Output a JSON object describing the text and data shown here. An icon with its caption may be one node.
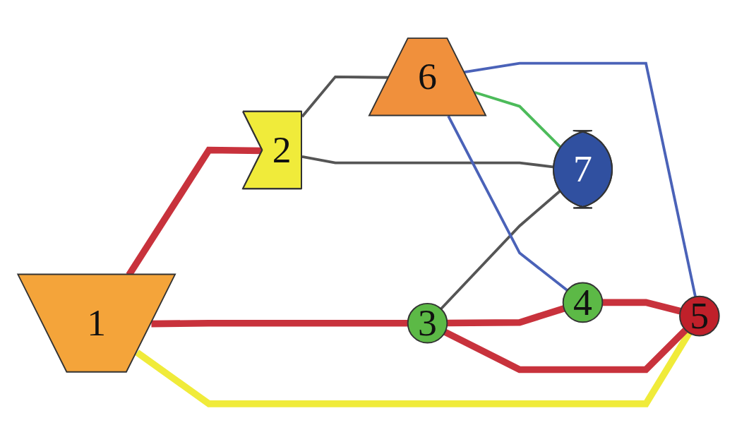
{
  "diagram": {
    "nodes": [
      {
        "text": [
          "1"
        ]
      },
      {
        "text": [
          "2"
        ]
      },
      {
        "text": [
          "3"
        ]
      },
      {
        "text": [
          "4"
        ]
      },
      {
        "text": [
          "5"
        ]
      },
      {
        "text": [
          "6"
        ]
      },
      {
        "text": [
          "7"
        ]
      }
    ],
    "edges": [
      {
        "from": 0,
        "to": 2,
        "arrow": "none",
        "style": "thick"
      },
      {
        "from": 0,
        "to": 1,
        "arrow": "none",
        "style": "thick"
      },
      {
        "from": 0,
        "to": 4,
        "arrow": "none",
        "style": "thick",
        "color": "#f0eb3a"
      },
      {
        "from": 2,
        "to": 3,
        "arrow": "none",
        "style": "thick"
      },
      {
        "from": 2,
        "to": 4,
        "arrow": "none",
        "style": "thick"
      },
      {
        "from": 3,
        "to": 4,
        "arrow": "none",
        "style": "thick"
      },
      {
        "from": 2,
        "to": 6,
        "arrow": "none",
        "color": "#555555"
      },
      {
        "from": 1,
        "to": 5,
        "arrow": "none",
        "color": "#555555"
      },
      {
        "from": 1,
        "to": 6,
        "arrow": "none",
        "color": "#555555"
      },
      {
        "from": 5,
        "to": 3,
        "arrow": "none",
        "color": "#4a62b8"
      },
      {
        "from": 5,
        "to": 4,
        "arrow": "none",
        "color": "#4a62b8"
      },
      {
        "from": 5,
        "to": 6,
        "arrow": "none",
        "color": "#4cbb5a"
      }
    ]
  }
}
